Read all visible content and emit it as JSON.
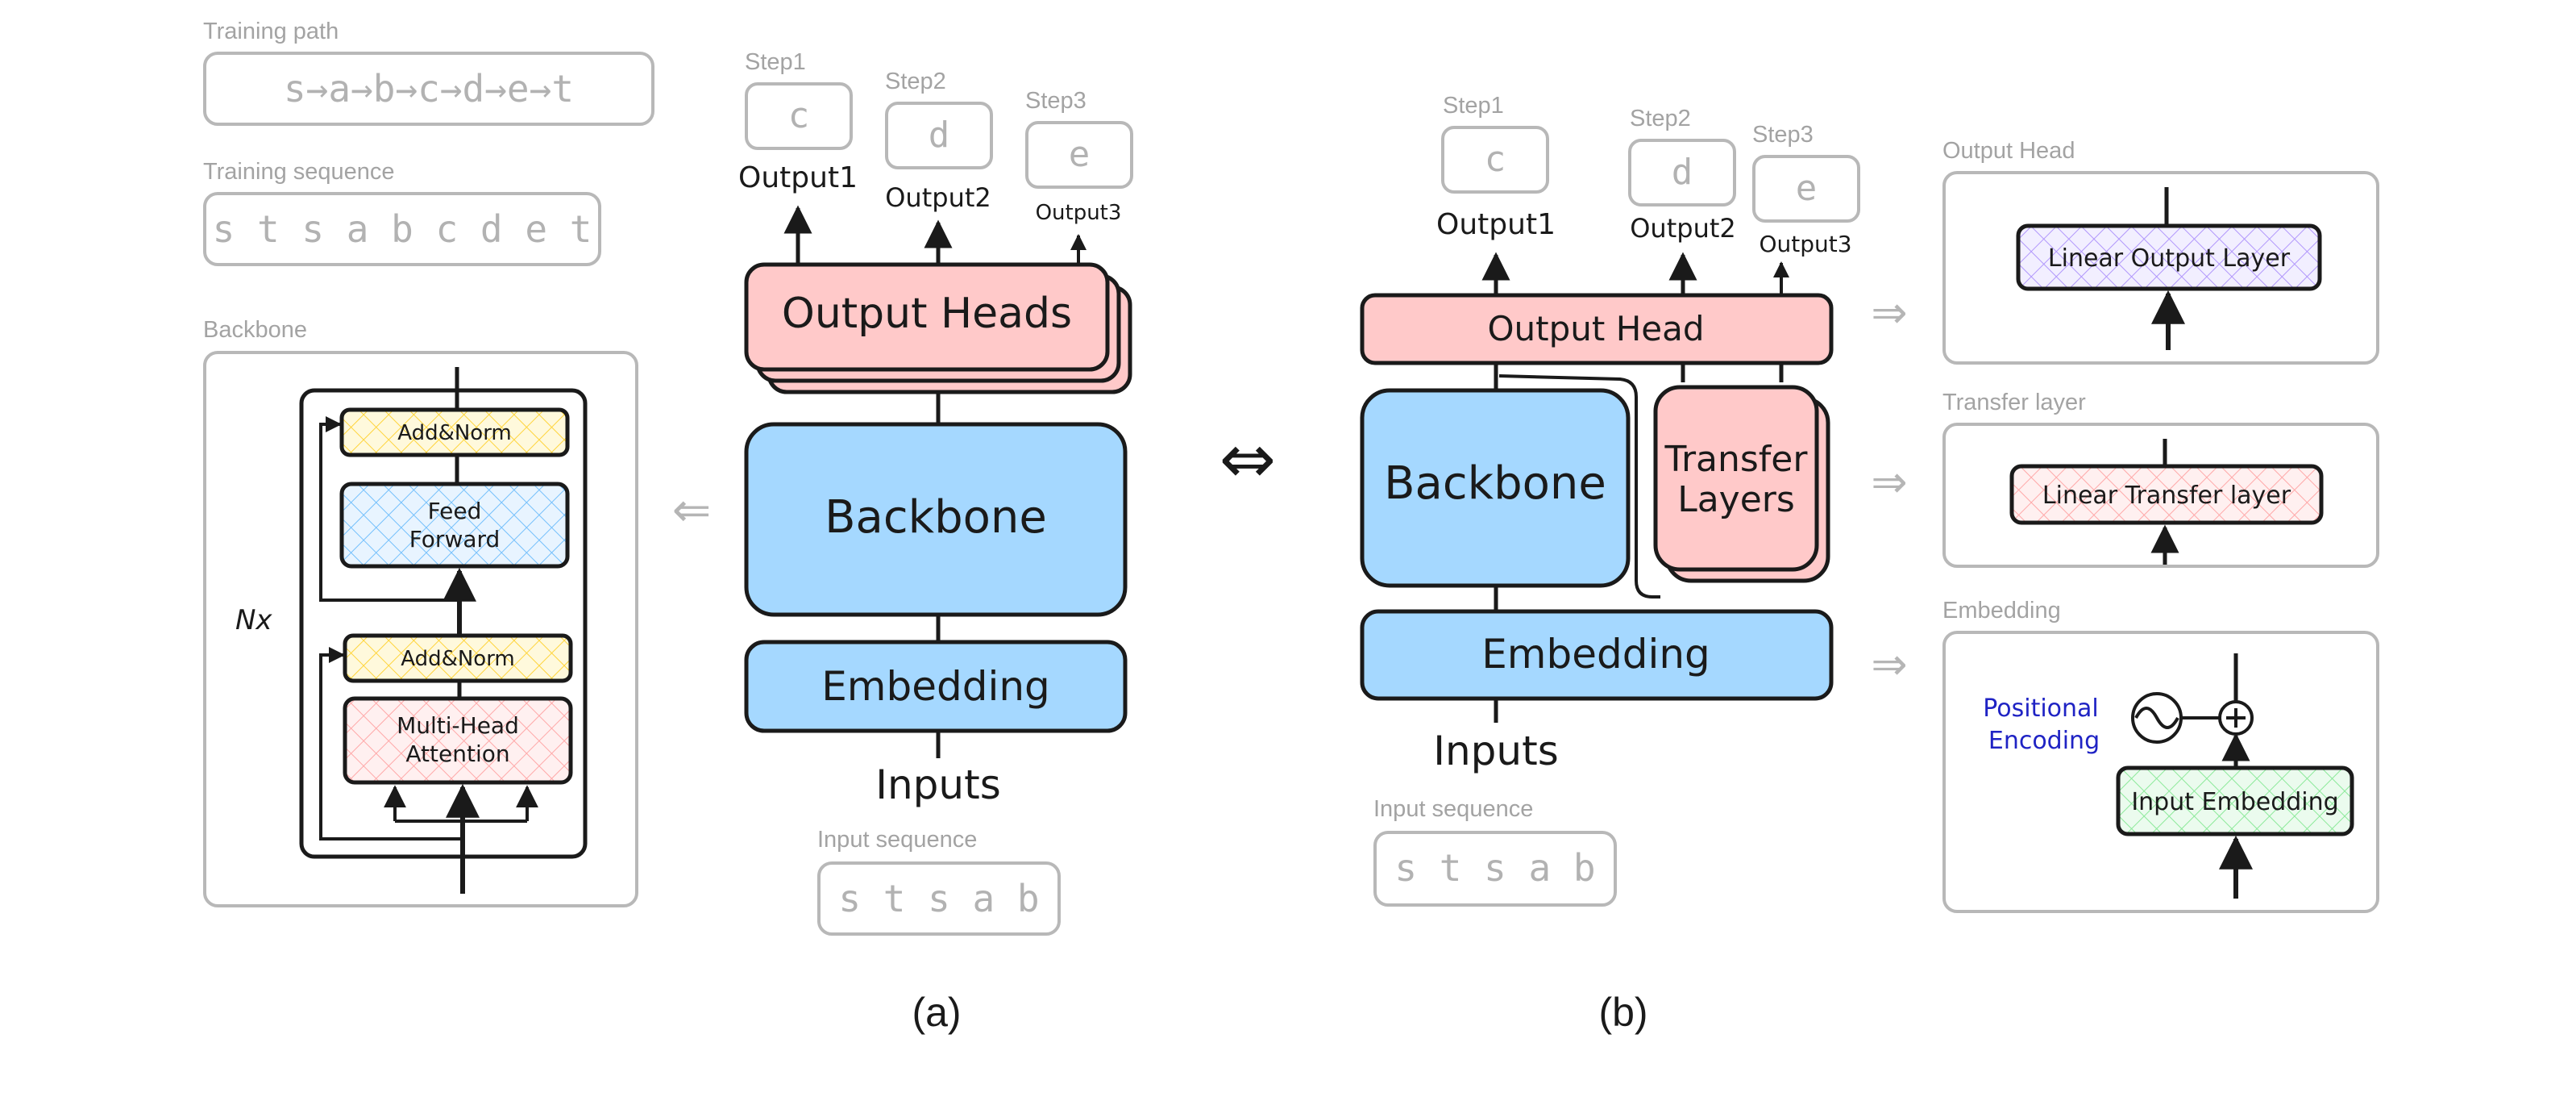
{
  "colors": {
    "pink": "#ffc9c9",
    "blue": "#a5d8ff",
    "yellow": "#ffec99",
    "light_blue_hatch": "#74c0fc",
    "pink_hatch": "#ffa8a8",
    "purple_hatch": "#b197fc",
    "green_hatch": "#8ce99a",
    "gray": "#b0b0b0",
    "positional_blue": "#1f23c4"
  },
  "left": {
    "training_path": {
      "label": "Training path",
      "value": "s→a→b→c→d→e→t"
    },
    "training_sequence": {
      "label": "Training sequence",
      "value": "s t s a b c d e t"
    },
    "backbone": {
      "label": "Backbone",
      "nx": "Nx",
      "add_norm_top": "Add&Norm",
      "feed_forward_1": "Feed",
      "feed_forward_2": "Forward",
      "add_norm_bottom": "Add&Norm",
      "mha_1": "Multi-Head",
      "mha_2": "Attention"
    }
  },
  "diagram_a": {
    "steps": [
      {
        "label": "Step1",
        "token": "c",
        "output": "Output1"
      },
      {
        "label": "Step2",
        "token": "d",
        "output": "Output2"
      },
      {
        "label": "Step3",
        "token": "e",
        "output": "Output3"
      }
    ],
    "output_heads": "Output Heads",
    "backbone": "Backbone",
    "embedding": "Embedding",
    "inputs": "Inputs",
    "input_sequence": {
      "label": "Input sequence",
      "value": "s t s a b"
    },
    "caption": "(a)",
    "arrow_left": "⇐"
  },
  "equivalence": "⇔",
  "diagram_b": {
    "steps": [
      {
        "label": "Step1",
        "token": "c",
        "output": "Output1"
      },
      {
        "label": "Step2",
        "token": "d",
        "output": "Output2"
      },
      {
        "label": "Step3",
        "token": "e",
        "output": "Output3"
      }
    ],
    "output_head": "Output Head",
    "backbone": "Backbone",
    "transfer_1": "Transfer",
    "transfer_2": "Layers",
    "embedding": "Embedding",
    "inputs": "Inputs",
    "input_sequence": {
      "label": "Input sequence",
      "value": "s t s a b"
    },
    "caption": "(b)",
    "arrow_right": "⇒"
  },
  "right": {
    "output_head": {
      "label": "Output Head",
      "inner": "Linear Output Layer"
    },
    "transfer_layer": {
      "label": "Transfer layer",
      "inner": "Linear Transfer layer"
    },
    "embedding": {
      "label": "Embedding",
      "positional_1": "Positional",
      "positional_2": "Encoding",
      "input_embedding": "Input Embedding"
    }
  }
}
